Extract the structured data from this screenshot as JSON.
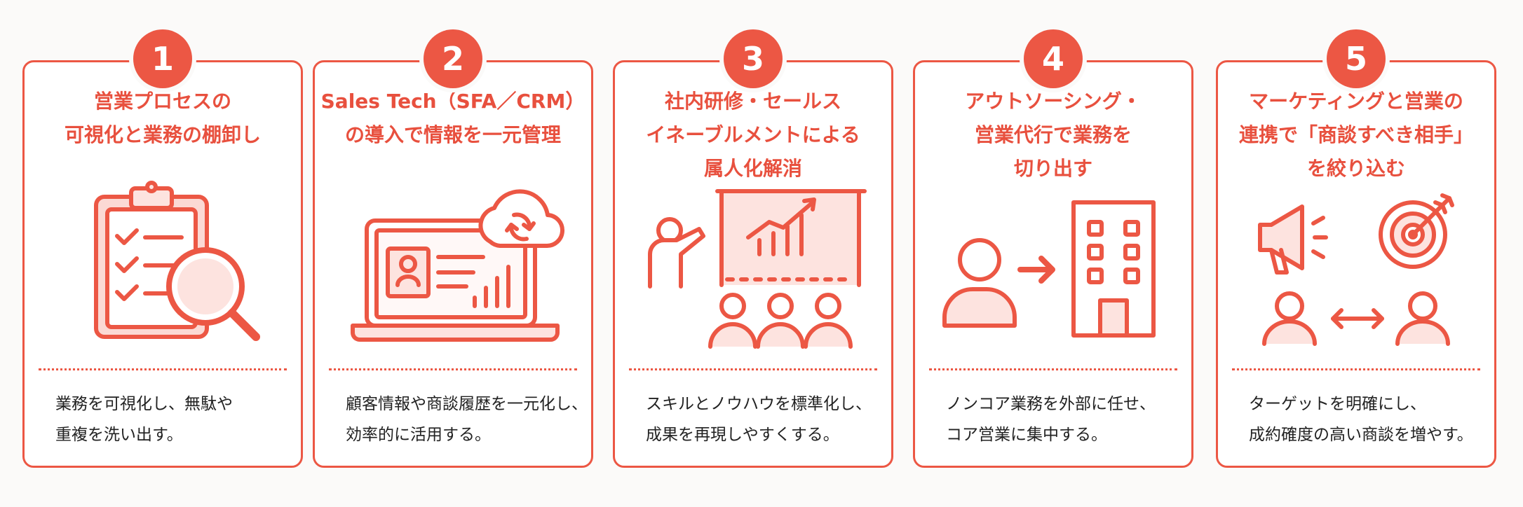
{
  "colors": {
    "accent": "#ec5744",
    "fill_light": "#fde3df",
    "text": "#222222"
  },
  "steps": [
    {
      "number": "1",
      "title_lines": [
        "営業プロセスの",
        "可視化と業務の棚卸し"
      ],
      "icon": "clipboard-magnifier-icon",
      "desc_lines": [
        "業務を可視化し、無駄や",
        "重複を洗い出す。"
      ]
    },
    {
      "number": "2",
      "title_lines": [
        "Sales Tech（SFA／CRM）",
        "の導入で情報を一元管理"
      ],
      "icon": "laptop-cloud-sync-icon",
      "desc_lines": [
        "顧客情報や商談履歴を一元化し、",
        "効率的に活用する。"
      ]
    },
    {
      "number": "3",
      "title_lines": [
        "社内研修・セールス",
        "イネーブルメントによる",
        "属人化解消"
      ],
      "icon": "training-presentation-icon",
      "desc_lines": [
        "スキルとノウハウを標準化し、",
        "成果を再現しやすくする。"
      ]
    },
    {
      "number": "4",
      "title_lines": [
        "アウトソーシング・",
        "営業代行で業務を",
        "切り出す"
      ],
      "icon": "person-to-building-icon",
      "desc_lines": [
        "ノンコア業務を外部に任せ、",
        "コア営業に集中する。"
      ]
    },
    {
      "number": "5",
      "title_lines": [
        "マーケティングと営業の",
        "連携で「商談すべき相手」",
        "を絞り込む"
      ],
      "icon": "megaphone-target-people-icon",
      "desc_lines": [
        "ターゲットを明確にし、",
        "成約確度の高い商談を増やす。"
      ]
    }
  ]
}
